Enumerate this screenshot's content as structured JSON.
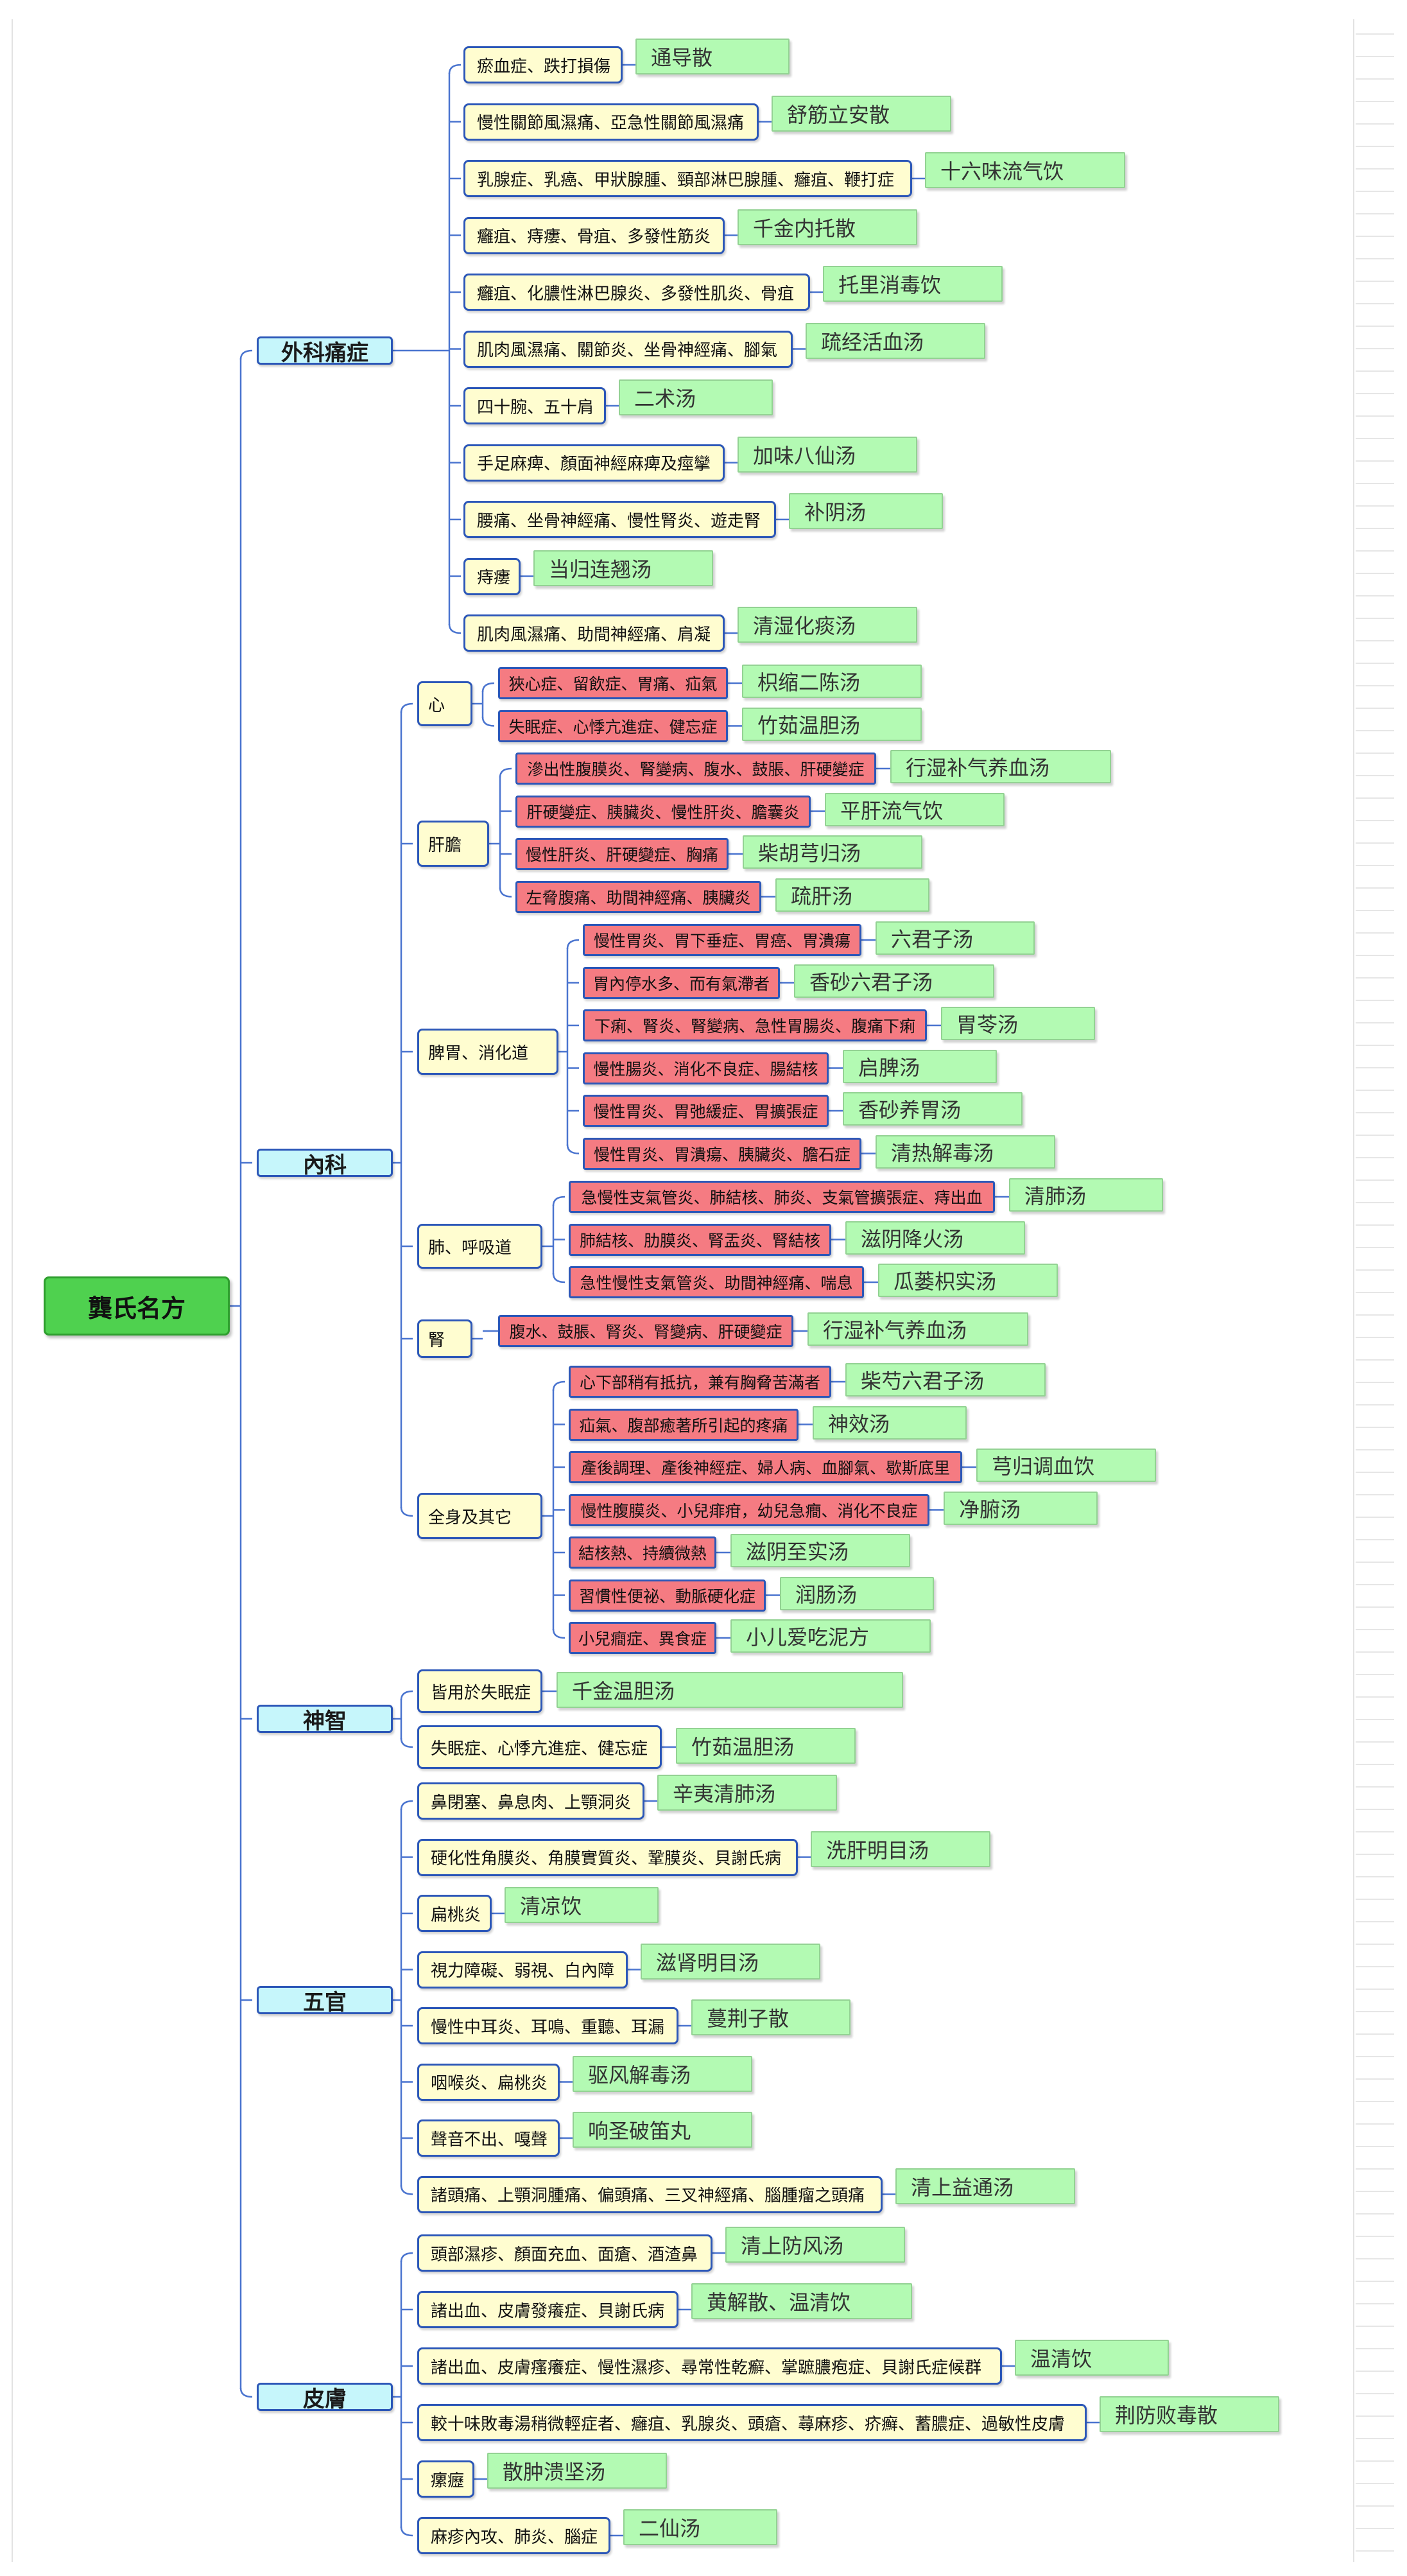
{
  "root": "龔氏名方",
  "categories": [
    {
      "name": "外科痛症",
      "items": [
        {
          "condition": "瘀血症、跌打損傷",
          "remedy": "通导散"
        },
        {
          "condition": "慢性關節風濕痛、亞急性關節風濕痛",
          "remedy": "舒筋立安散"
        },
        {
          "condition": "乳腺症、乳癌、甲狀腺腫、頸部淋巴腺腫、癰疽、鞭打症",
          "remedy": "十六味流气饮"
        },
        {
          "condition": "癰疽、痔瘻、骨疽、多發性筋炎",
          "remedy": "千金内托散"
        },
        {
          "condition": "癰疽、化膿性淋巴腺炎、多發性肌炎、骨疽",
          "remedy": "托里消毒饮"
        },
        {
          "condition": "肌肉風濕痛、關節炎、坐骨神經痛、腳氣",
          "remedy": "疏经活血汤"
        },
        {
          "condition": "四十腕、五十肩",
          "remedy": "二术汤"
        },
        {
          "condition": "手足麻痺、顏面神經麻痺及痙攣",
          "remedy": "加味八仙汤"
        },
        {
          "condition": "腰痛、坐骨神經痛、慢性腎炎、遊走腎",
          "remedy": "补阴汤"
        },
        {
          "condition": "痔瘻",
          "remedy": "当归连翘汤"
        },
        {
          "condition": "肌肉風濕痛、助間神經痛、肩凝",
          "remedy": "清湿化痰汤"
        }
      ]
    },
    {
      "name": "內科",
      "groups": [
        {
          "name": "心",
          "items": [
            {
              "condition": "狹心症、留飲症、胃痛、疝氣",
              "remedy": "枳缩二陈汤"
            },
            {
              "condition": "失眠症、心悸亢進症、健忘症",
              "remedy": "竹茹温胆汤"
            }
          ]
        },
        {
          "name": "肝膽",
          "items": [
            {
              "condition": "滲出性腹膜炎、腎變病、腹水、鼓脹、肝硬變症",
              "remedy": "行湿补气养血汤"
            },
            {
              "condition": "肝硬變症、胰臟炎、慢性肝炎、膽囊炎",
              "remedy": "平肝流气饮"
            },
            {
              "condition": "慢性肝炎、肝硬變症、胸痛",
              "remedy": "柴胡芎归汤"
            },
            {
              "condition": "左脅腹痛、助間神經痛、胰臟炎",
              "remedy": "疏肝汤"
            }
          ]
        },
        {
          "name": "脾胃、消化道",
          "items": [
            {
              "condition": "慢性胃炎、胃下垂症、胃癌、胃潰瘍",
              "remedy": "六君子汤"
            },
            {
              "condition": "胃內停水多、而有氣滯者",
              "remedy": "香砂六君子汤"
            },
            {
              "condition": "下痢、腎炎、腎變病、急性胃腸炎、腹痛下痢",
              "remedy": "胃苓汤"
            },
            {
              "condition": "慢性腸炎、消化不良症、腸結核",
              "remedy": "启脾汤"
            },
            {
              "condition": "慢性胃炎、胃弛緩症、胃擴張症",
              "remedy": "香砂养胃汤"
            },
            {
              "condition": "慢性胃炎、胃潰瘍、胰臟炎、膽石症",
              "remedy": "清热解毒汤"
            }
          ]
        },
        {
          "name": "肺、呼吸道",
          "items": [
            {
              "condition": "急慢性支氣管炎、肺結核、肺炎、支氣管擴張症、痔出血",
              "remedy": "清肺汤"
            },
            {
              "condition": "肺結核、肋膜炎、腎盂炎、腎結核",
              "remedy": "滋阴降火汤"
            },
            {
              "condition": "急性慢性支氣管炎、助間神經痛、喘息",
              "remedy": "瓜蒌枳实汤"
            }
          ]
        },
        {
          "name": "腎",
          "items": [
            {
              "condition": "腹水、鼓脹、腎炎、腎變病、肝硬變症",
              "remedy": "行湿补气养血汤"
            }
          ]
        },
        {
          "name": "全身及其它",
          "items": [
            {
              "condition": "心下部稍有抵抗，兼有胸脅苦滿者",
              "remedy": "柴芍六君子汤"
            },
            {
              "condition": "疝氣、腹部癒著所引起的疼痛",
              "remedy": "神效汤"
            },
            {
              "condition": "產後調理、產後神經症、婦人病、血腳氣、歇斯底里",
              "remedy": "芎归调血饮"
            },
            {
              "condition": "慢性腹膜炎、小兒痱疳，幼兒急癎、消化不良症",
              "remedy": "净腑汤"
            },
            {
              "condition": "結核熱、持續微熱",
              "remedy": "滋阴至实汤"
            },
            {
              "condition": "習慣性便祕、動脈硬化症",
              "remedy": "润肠汤"
            },
            {
              "condition": "小兒癎症、異食症",
              "remedy": "小儿爱吃泥方"
            }
          ]
        }
      ]
    },
    {
      "name": "神智",
      "items": [
        {
          "condition": "皆用於失眠症",
          "remedy": "千金温胆汤"
        },
        {
          "condition": "失眠症、心悸亢進症、健忘症",
          "remedy": "竹茹温胆汤"
        }
      ]
    },
    {
      "name": "五官",
      "items": [
        {
          "condition": "鼻閉塞、鼻息肉、上顎洞炎",
          "remedy": "辛夷清肺汤"
        },
        {
          "condition": "硬化性角膜炎、角膜實質炎、鞏膜炎、貝謝氏病",
          "remedy": "洗肝明目汤"
        },
        {
          "condition": "扁桃炎",
          "remedy": "清凉饮"
        },
        {
          "condition": "視力障礙、弱視、白內障",
          "remedy": "滋肾明目汤"
        },
        {
          "condition": "慢性中耳炎、耳鳴、重聽、耳漏",
          "remedy": "蔓荆子散"
        },
        {
          "condition": "咽喉炎、扁桃炎",
          "remedy": "驱风解毒汤"
        },
        {
          "condition": "聲音不出、嘎聲",
          "remedy": "响圣破笛丸"
        },
        {
          "condition": "諸頭痛、上顎洞腫痛、偏頭痛、三叉神經痛、腦腫瘤之頭痛",
          "remedy": "清上益通汤"
        }
      ]
    },
    {
      "name": "皮膚",
      "items": [
        {
          "condition": "頭部濕疹、顏面充血、面瘡、酒渣鼻",
          "remedy": "清上防风汤"
        },
        {
          "condition": "諸出血、皮膚發癢症、貝謝氏病",
          "remedy": "黄解散、温清饮"
        },
        {
          "condition": "諸出血、皮膚瘙癢症、慢性濕疹、尋常性乾癬、掌蹠膿疱症、貝謝氏症候群",
          "remedy": "温清饮"
        },
        {
          "condition": "較十味敗毒湯稍微輕症者、癰疽、乳腺炎、頭瘡、蕁麻疹、疥癬、蓄膿症、過敏性皮膚",
          "remedy": "荆防败毒散"
        },
        {
          "condition": "瘰癧",
          "remedy": "散肿溃坚汤"
        },
        {
          "condition": "麻疹內攻、肺炎、腦症",
          "remedy": "二仙汤"
        }
      ]
    }
  ],
  "colors": {
    "root_fill": "#4fd14f",
    "category_fill": "#c6f6fb",
    "condition_fill": "#fffdd0",
    "internal_condition_fill": "#f57b82",
    "remedy_fill": "#b3fab3",
    "border": "#2c57b8",
    "connector": "#4a74cf"
  }
}
